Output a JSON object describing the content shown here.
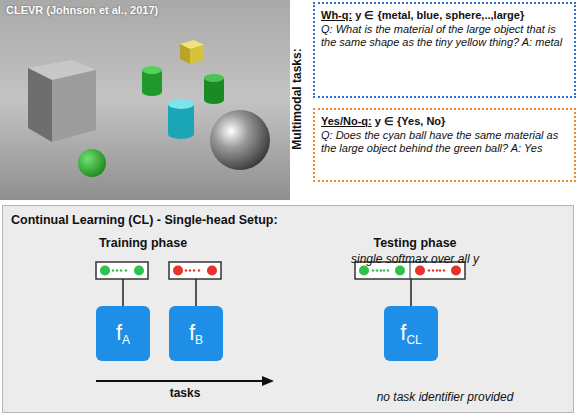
{
  "diagram": {
    "nodes": [
      {
        "text": [
          "CLEVR (Johnson et al., 2017)"
        ]
      },
      {
        "text": [
          "Wh-q:",
          "y ∈ {metal, blue, sphere,..,large}",
          "Q: What is the material of the large object that is the same shape as the tiny yellow thing? A: metal"
        ]
      },
      {
        "text": [
          "Yes/No-q:",
          "y ∈ {Yes, No}",
          "Q: Does the cyan ball have the same material as the large object behind the green ball? A: Yes"
        ]
      },
      {
        "text": [
          "Continual Learning (CL) - Single-head Setup:"
        ]
      },
      {
        "text": [
          "f",
          "A"
        ],
        "in": 3
      },
      {
        "text": [
          "f",
          "B"
        ],
        "in": 3
      },
      {
        "text": [
          "f",
          "CL"
        ],
        "in": 3
      }
    ],
    "labels": [
      "Multimodal tasks:",
      "Training phase",
      "Testing phase",
      "single softmax over all y",
      "tasks",
      "no task identifier provided"
    ]
  }
}
